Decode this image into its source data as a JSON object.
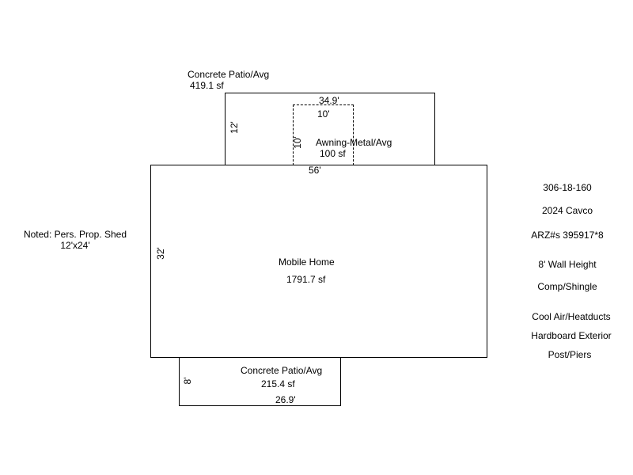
{
  "patio_top": {
    "label": "Concrete Patio/Avg",
    "area": "419.1 sf",
    "width_dim": "34.9'",
    "height_dim": "12'"
  },
  "awning": {
    "width_dim": "10'",
    "height_dim": "10'",
    "label": "Awning-Metal/Avg",
    "area": "100 sf"
  },
  "home": {
    "width_dim": "56'",
    "height_dim": "32'",
    "label": "Mobile Home",
    "area": "1791.7 sf"
  },
  "patio_bottom": {
    "label": "Concrete Patio/Avg",
    "area": "215.4 sf",
    "width_dim": "26.9'",
    "height_dim": "8'"
  },
  "note": {
    "line1": "Noted: Pers. Prop. Shed",
    "line2": "12'x24'"
  },
  "info": {
    "parcel": "306-18-160",
    "make": "2024 Cavco",
    "arz": "ARZ#s 395917*8",
    "wall_height": "8' Wall Height",
    "roof": "Comp/Shingle",
    "cooling": "Cool Air/Heatducts",
    "exterior": "Hardboard Exterior",
    "foundation": "Post/Piers"
  }
}
